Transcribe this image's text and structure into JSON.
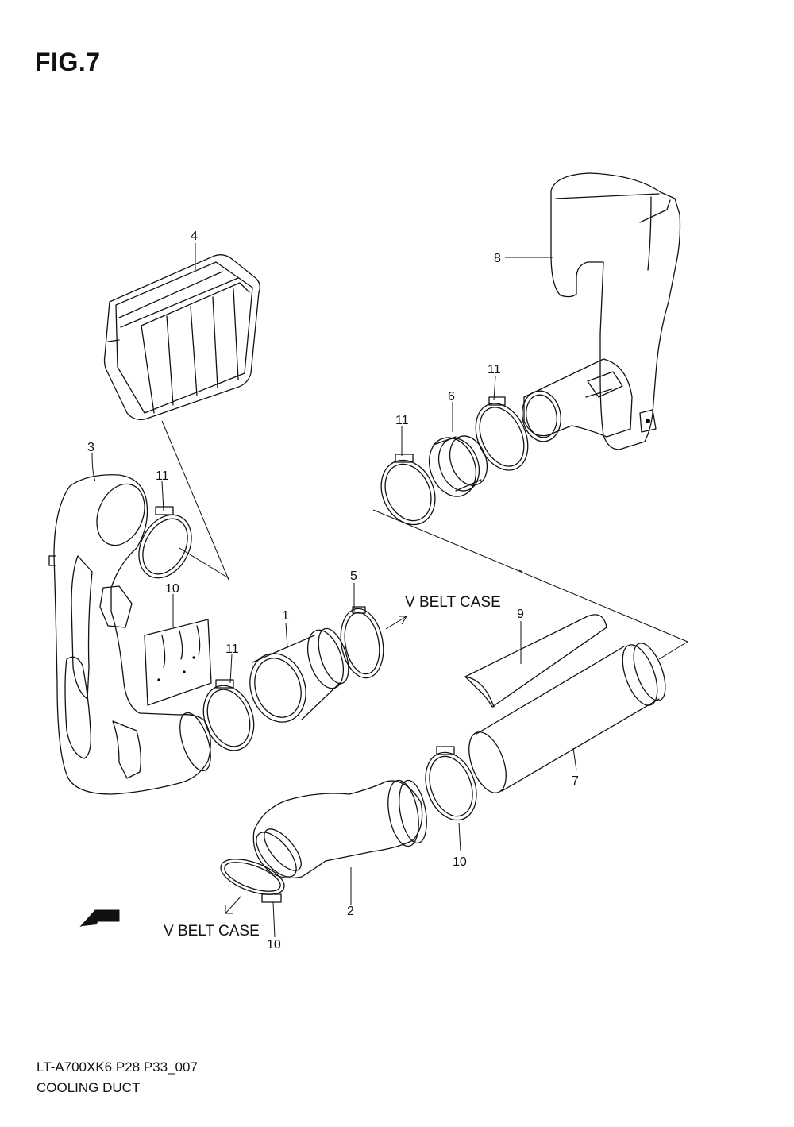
{
  "figure": {
    "title": "FIG.7"
  },
  "footer": {
    "code": "LT-A700XK6 P28 P33_007",
    "name": "COOLING DUCT"
  },
  "directions": {
    "v_belt_case_upper": "V BELT CASE",
    "v_belt_case_lower": "V BELT CASE",
    "fwd": "FWD"
  },
  "callouts": {
    "c1": "1",
    "c2": "2",
    "c3": "3",
    "c4": "4",
    "c5": "5",
    "c6": "6",
    "c7": "7",
    "c8": "8",
    "c9": "9",
    "c10a": "10",
    "c10b": "10",
    "c10c": "10",
    "c11a": "11",
    "c11b": "11",
    "c11c": "11",
    "c11d": "11"
  }
}
